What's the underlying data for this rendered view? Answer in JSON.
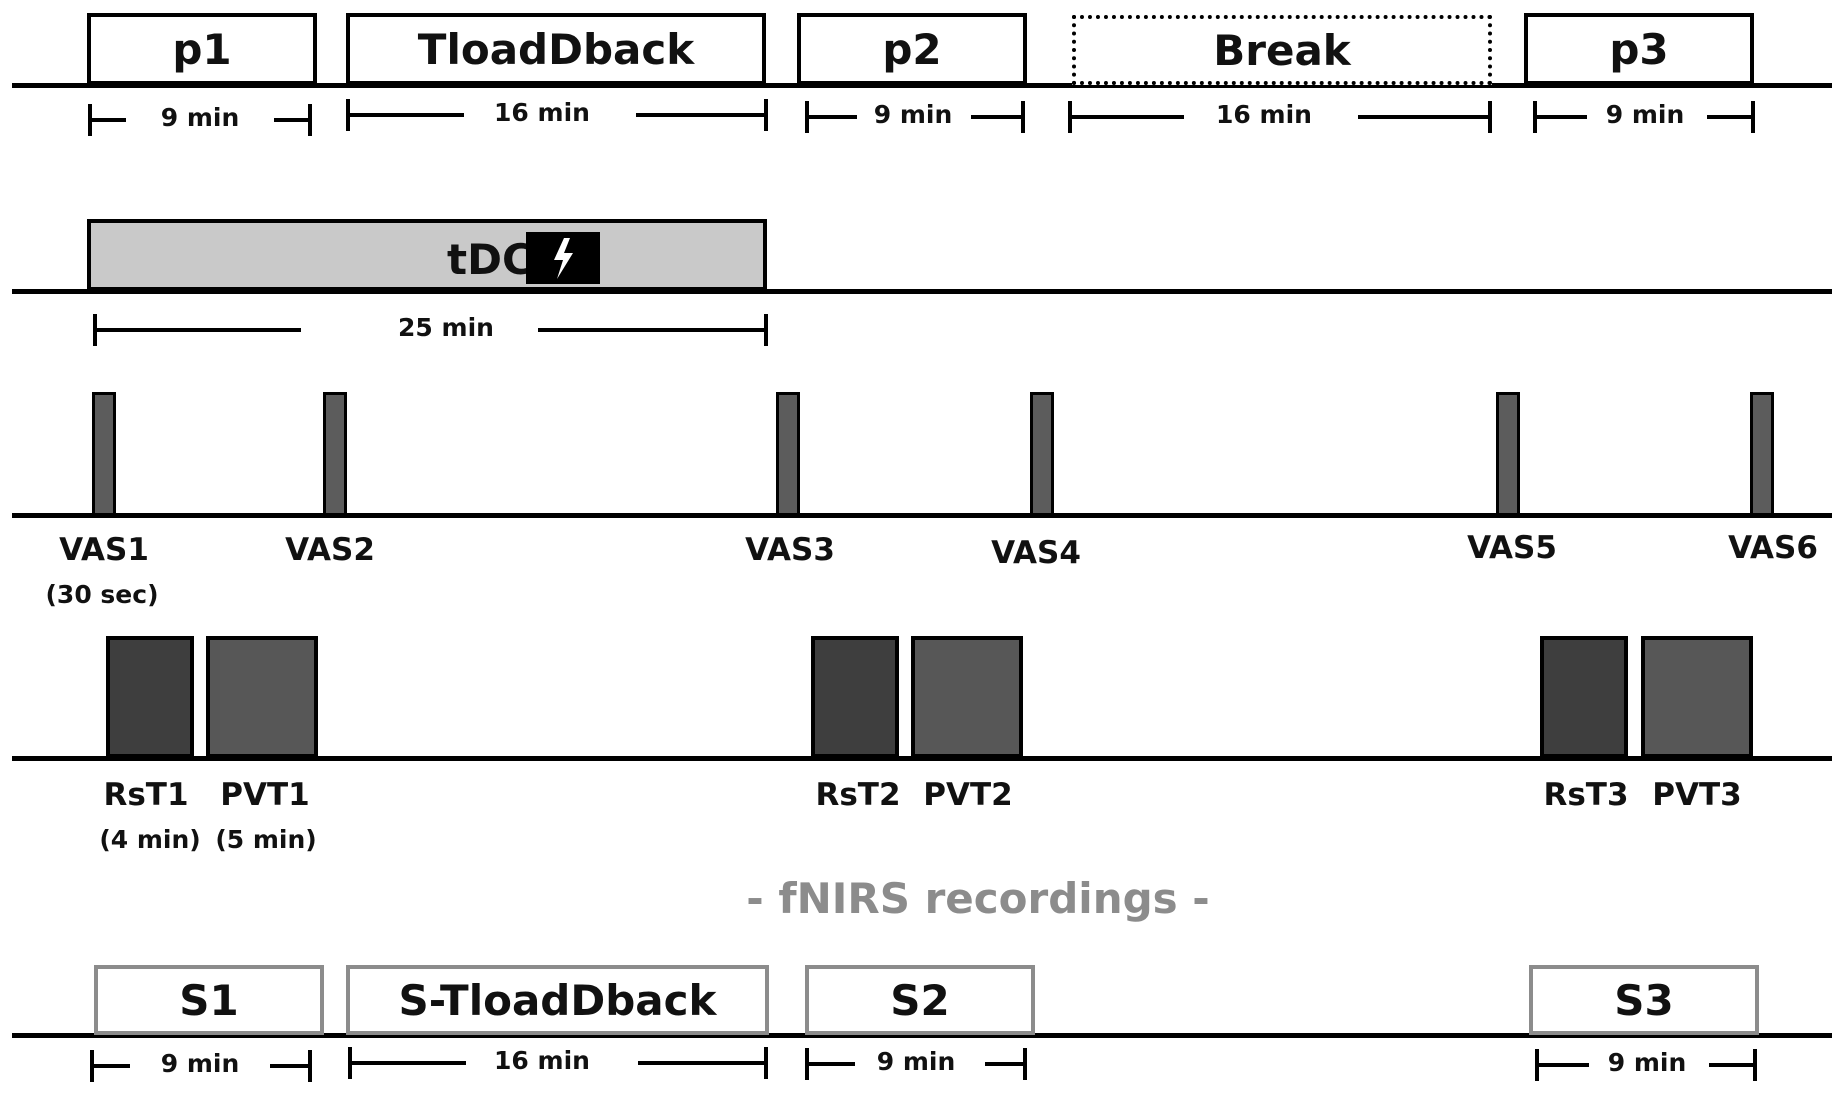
{
  "row1": {
    "boxes": [
      {
        "label": "p1",
        "style": "solid"
      },
      {
        "label": "TloadDback",
        "style": "solid"
      },
      {
        "label": "p2",
        "style": "solid"
      },
      {
        "label": "Break",
        "style": "dotted"
      },
      {
        "label": "p3",
        "style": "solid"
      }
    ],
    "durations": [
      "9 min",
      "16 min",
      "9 min",
      "16 min",
      "9 min"
    ]
  },
  "row2": {
    "label": "tDCS",
    "icon": "lightning-bolt-icon",
    "duration": "25 min"
  },
  "row3": {
    "markers": [
      {
        "label": "VAS1",
        "sublabel": "(30 sec)"
      },
      {
        "label": "VAS2"
      },
      {
        "label": "VAS3"
      },
      {
        "label": "VAS4"
      },
      {
        "label": "VAS5"
      },
      {
        "label": "VAS6"
      }
    ]
  },
  "row4": {
    "blocks": [
      {
        "label": "RsT1",
        "sublabel": "(4 min)"
      },
      {
        "label": "PVT1",
        "sublabel": "(5 min)"
      },
      {
        "label": "RsT2"
      },
      {
        "label": "PVT2"
      },
      {
        "label": "RsT3"
      },
      {
        "label": "PVT3"
      }
    ]
  },
  "fnirs_title": "- fNIRS recordings -",
  "row5": {
    "boxes": [
      {
        "label": "S1"
      },
      {
        "label": "S-TloadDback"
      },
      {
        "label": "S2"
      },
      {
        "label": "S3"
      }
    ],
    "durations": [
      "9 min",
      "16 min",
      "9 min",
      "9 min"
    ]
  },
  "colors": {
    "line": "#000000",
    "tdcs_fill": "#c9c9c9",
    "vas_marker": "#5c5c5c",
    "rst_block": "#3e3e3e",
    "pvt_block": "#575757",
    "fnirs_gray": "#8c8c8c"
  }
}
